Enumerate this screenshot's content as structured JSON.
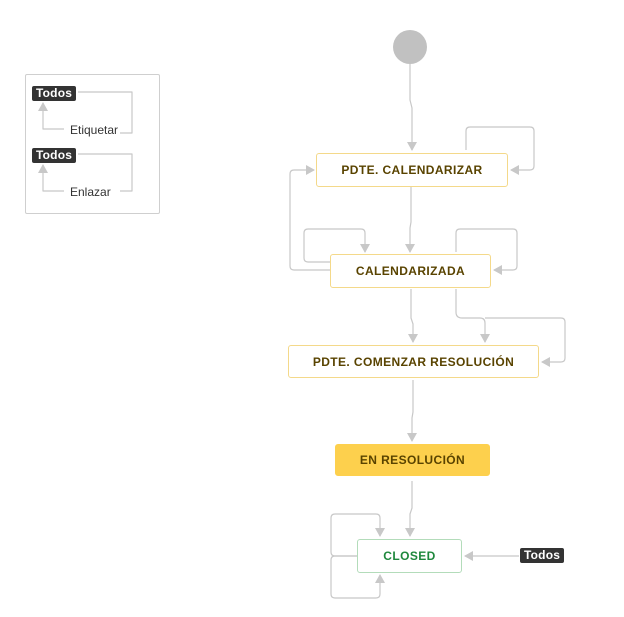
{
  "legend": {
    "items": [
      {
        "badge": "Todos",
        "label": "Etiquetar"
      },
      {
        "badge": "Todos",
        "label": "Enlazar"
      }
    ]
  },
  "statuses": [
    {
      "key": "pdte_calendarizar",
      "label": "PDTE. CALENDARIZAR",
      "category": "todo"
    },
    {
      "key": "calendarizada",
      "label": "CALENDARIZADA",
      "category": "todo"
    },
    {
      "key": "pdte_comenzar",
      "label": "PDTE. COMENZAR RESOLUCIÓN",
      "category": "todo"
    },
    {
      "key": "en_resolucion",
      "label": "EN RESOLUCIÓN",
      "category": "in-progress"
    },
    {
      "key": "closed",
      "label": "CLOSED",
      "category": "done"
    }
  ],
  "global_transition": {
    "badge": "Todos",
    "target": "CLOSED"
  },
  "colors": {
    "edge": "#c8c8c8",
    "todo_border": "#f4d98a",
    "todo_text": "#594300",
    "in_progress_fill": "#fdd04d",
    "done_border": "#b3dcba",
    "done_text": "#1f883d",
    "badge_bg": "#333333",
    "start_node": "#c1c1c1"
  }
}
